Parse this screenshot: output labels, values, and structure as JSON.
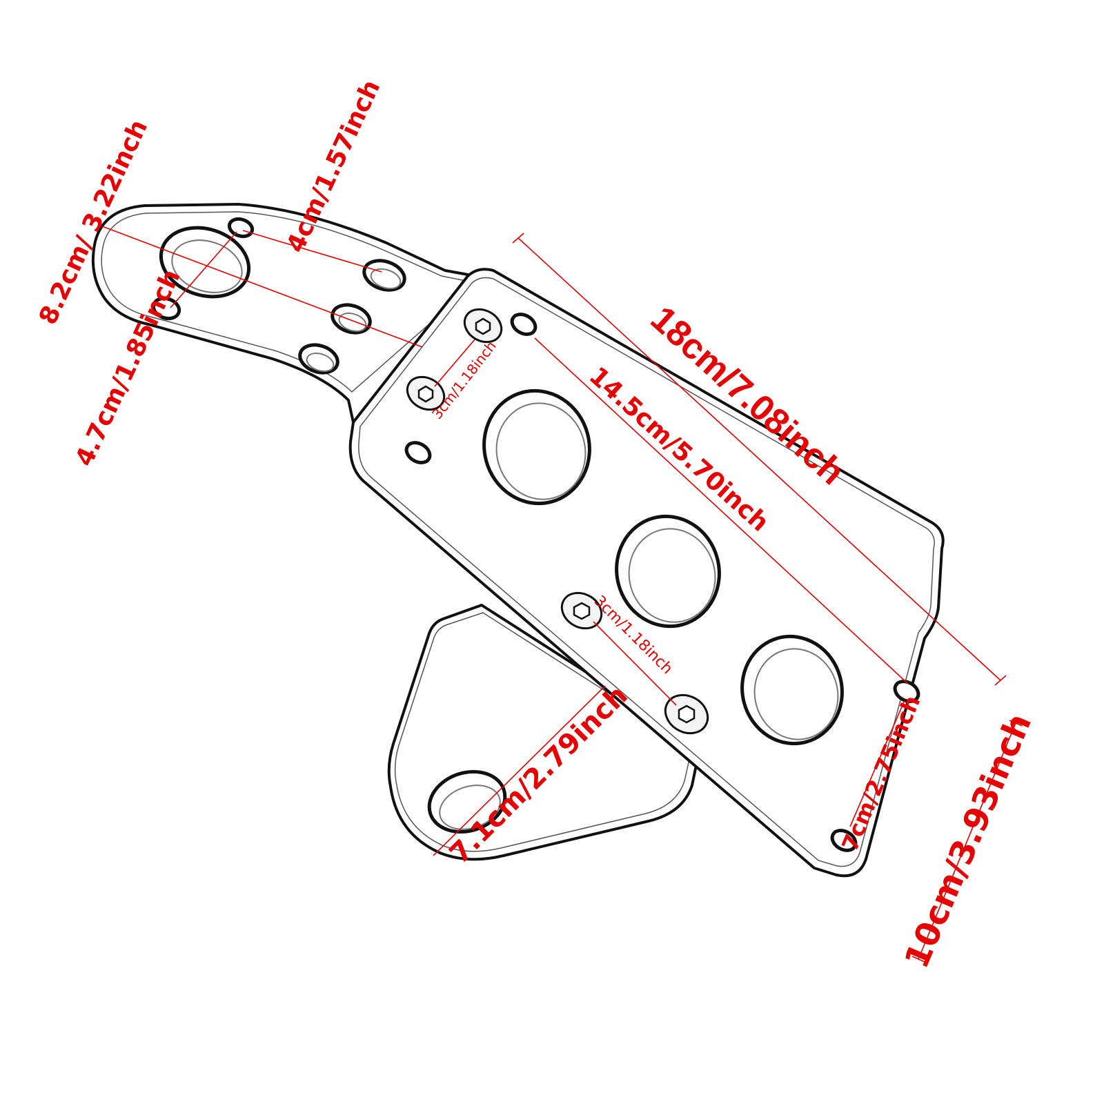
{
  "dimensions": {
    "overall_length": "18cm/7.08inch",
    "hole_spacing_long": "14.5cm/5.70inch",
    "overall_width": "10cm/3.93inch",
    "end_hole_spacing": "7cm/2.75inch",
    "lower_tab_length": "7.1cm/2.79inch",
    "bolt_spacing_top": "3cm/1.18inch",
    "bolt_spacing_middle": "3cm/1.18inch",
    "upper_arm_length": "8.2cm/ 3.22inch",
    "upper_arm_width": "4.7cm/1.85inch",
    "upper_hole_spacing": "4cm/1.57inch"
  },
  "colors": {
    "dimension": "#e60000",
    "outline": "#111111",
    "background": "#ffffff"
  }
}
